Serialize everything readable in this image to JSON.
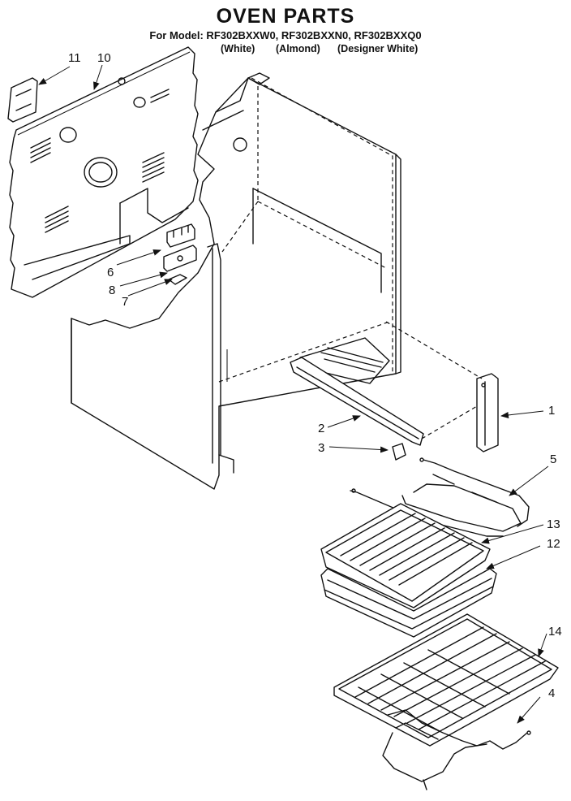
{
  "header": {
    "title": "OVEN PARTS",
    "models_line": "For Model: RF302BXXW0, RF302BXXN0, RF302BXXQ0",
    "color_white": "(White)",
    "color_almond": "(Almond)",
    "color_designer": "(Designer White)"
  },
  "callouts": {
    "c1": "1",
    "c2": "2",
    "c3": "3",
    "c4": "4",
    "c5": "5",
    "c6": "6",
    "c7": "7",
    "c8": "8",
    "c10": "10",
    "c11": "11",
    "c12": "12",
    "c13": "13",
    "c14": "14"
  }
}
